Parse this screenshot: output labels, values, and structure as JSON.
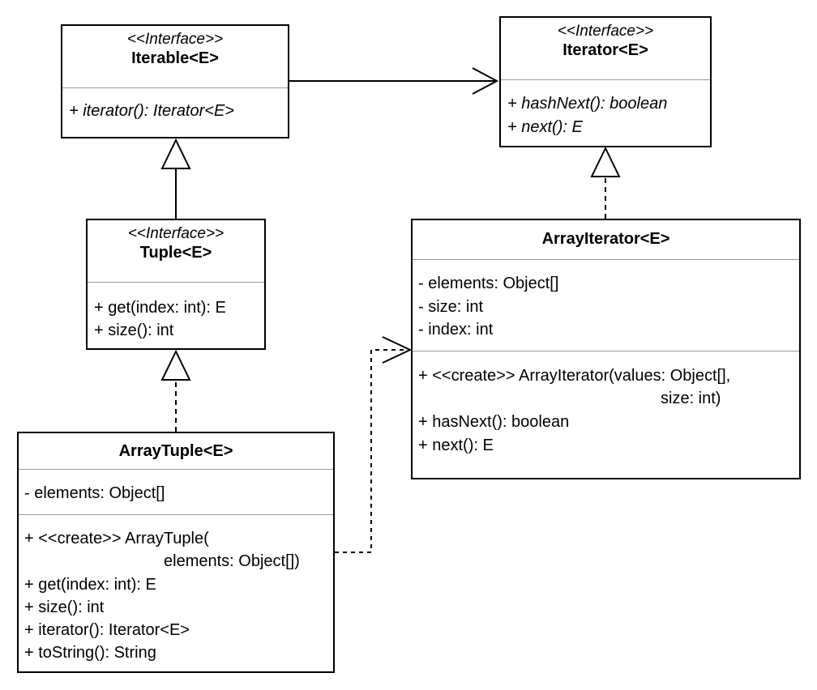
{
  "classes": {
    "iterable": {
      "stereotype": "<<Interface>>",
      "name": "Iterable<E>",
      "members": [
        "+ iterator(): Iterator<E>"
      ]
    },
    "iterator": {
      "stereotype": "<<Interface>>",
      "name": "Iterator<E>",
      "members": [
        "+ hashNext(): boolean",
        "+ next(): E"
      ]
    },
    "tuple": {
      "stereotype": "<<Interface>>",
      "name": "Tuple<E>",
      "members": [
        "+ get(index: int): E",
        "+ size(): int"
      ]
    },
    "array_iterator": {
      "name": "ArrayIterator<E>",
      "attributes": [
        "- elements: Object[]",
        "- size: int",
        "- index: int"
      ],
      "operations": [
        "+ <<create>> ArrayIterator(values: Object[],",
        "size: int)",
        "+ hasNext(): boolean",
        "+ next(): E"
      ]
    },
    "array_tuple": {
      "name": "ArrayTuple<E>",
      "attributes": [
        "- elements: Object[]"
      ],
      "operations": [
        "+ <<create>> ArrayTuple(",
        "elements: Object[])",
        "+ get(index: int): E",
        "+ size(): int",
        "+ iterator(): Iterator<E>",
        "+ toString(): String"
      ]
    }
  },
  "relationships": [
    {
      "from": "Iterable<E>",
      "to": "Iterator<E>",
      "kind": "association"
    },
    {
      "from": "Tuple<E>",
      "to": "Iterable<E>",
      "kind": "generalization"
    },
    {
      "from": "ArrayIterator<E>",
      "to": "Iterator<E>",
      "kind": "realization"
    },
    {
      "from": "ArrayTuple<E>",
      "to": "Tuple<E>",
      "kind": "realization"
    },
    {
      "from": "ArrayTuple<E>",
      "to": "ArrayIterator<E>",
      "kind": "dependency"
    }
  ]
}
